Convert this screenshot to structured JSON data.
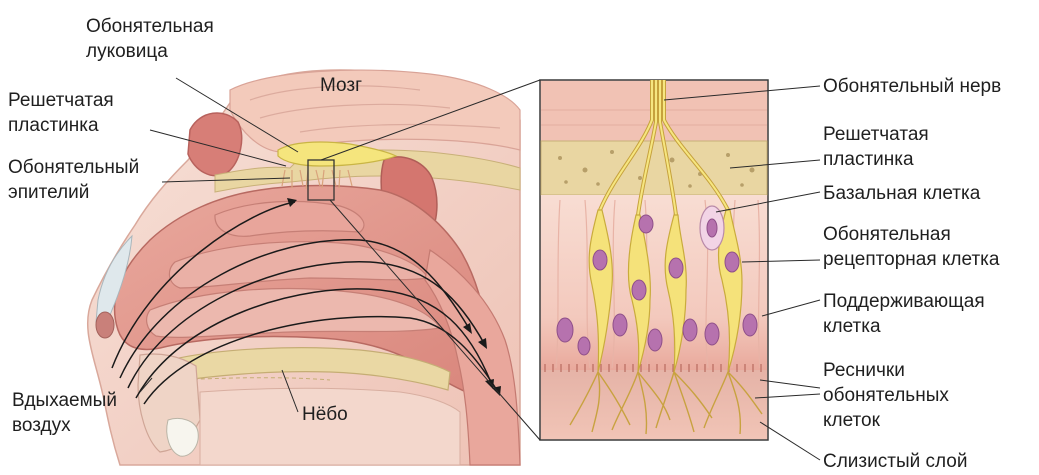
{
  "labels": {
    "olfactory_bulb": "Обонятельная\nлуковица",
    "brain": "Мозг",
    "cribriform_left": "Решетчатая\nпластинка",
    "olfactory_epithelium": "Обонятельный\nэпителий",
    "inhaled_air": "Вдыхаемый\nвоздух",
    "palate": "Нёбо",
    "olfactory_nerve": "Обонятельный нерв",
    "cribriform_right": "Решетчатая\nпластинка",
    "basal_cell": "Базальная клетка",
    "receptor_cell": "Обонятельная\nрецепторная клетка",
    "supporting_cell": "Поддерживающая\nклетка",
    "cilia": "Реснички\nобонятельных\nклеток",
    "mucus_layer": "Слизистый слой"
  },
  "colors": {
    "label_text": "#1f1f1f",
    "leader_line": "#2a2a2a",
    "bone": "#e8d7a6",
    "brain_tissue": "#f1c6b8",
    "nasal_cavity": "#e39a90",
    "mucosa": "#f6cfc4",
    "nerve": "#f4e27a",
    "nucleus": "#b97ab3",
    "soft_tissue": "#f5dcd2"
  }
}
